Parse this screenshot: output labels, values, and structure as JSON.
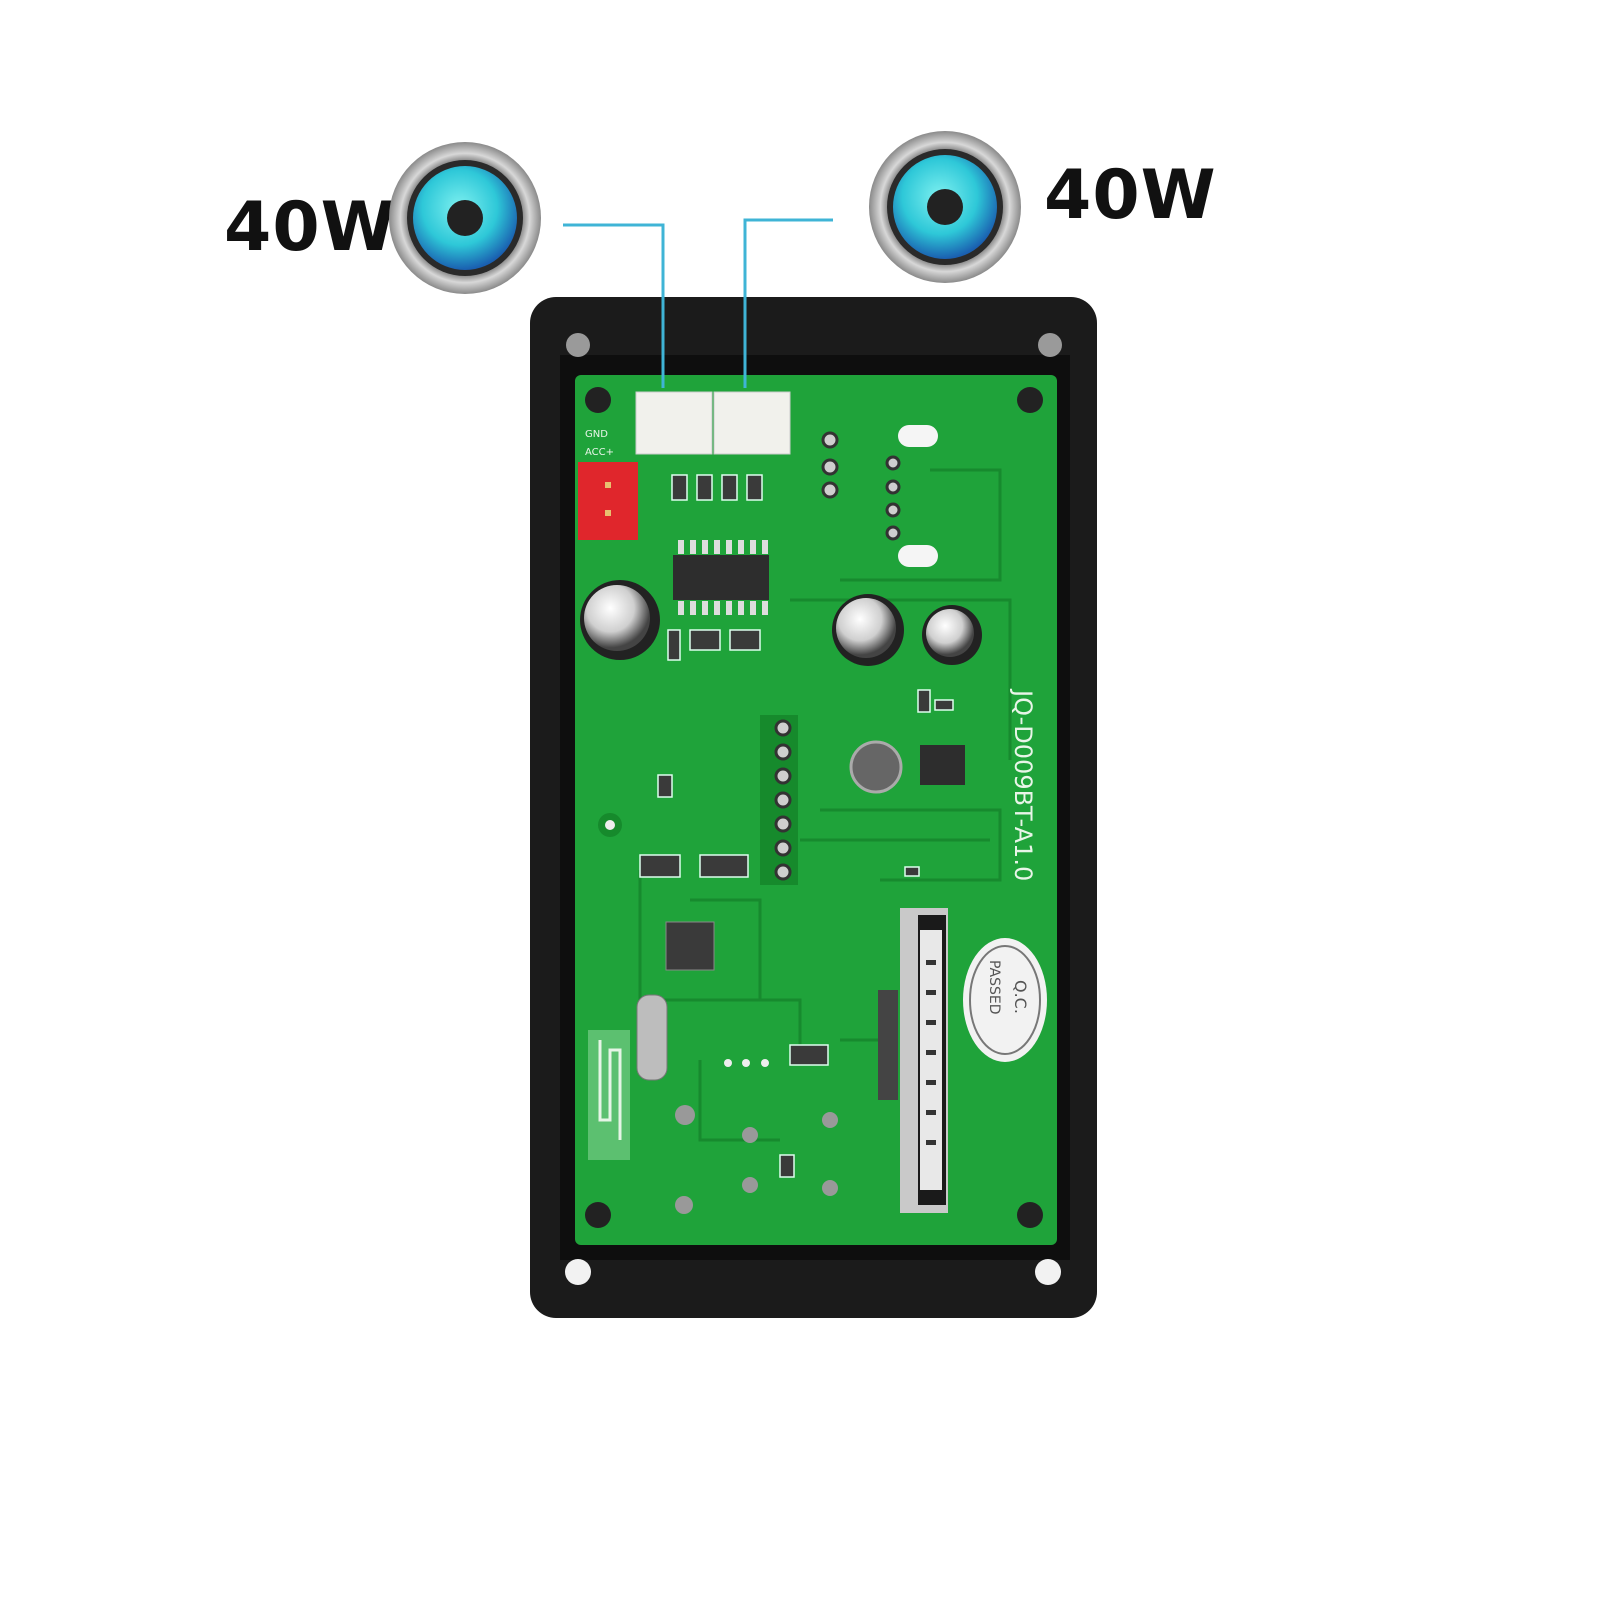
{
  "speakers": {
    "left": {
      "power_label": "40W"
    },
    "right": {
      "power_label": "40W"
    }
  },
  "board": {
    "model_label": "JQ-D009BT-A1.0",
    "qc_stamp": "Q.C. PASSED",
    "qc_line1": "Q.C.",
    "qc_line2": "PASSED",
    "power_pins": {
      "gnd_label": "GND",
      "acc_label": "ACC+"
    }
  },
  "colors": {
    "pcb": "#1fa33a",
    "frame": "#1b1b1b",
    "wire": "#3fb4d6",
    "speaker_cone": "#2ec8d8",
    "power_connector": "#e0262c"
  },
  "icons": [
    "speaker-icon",
    "screw-icon",
    "mounting-hole-icon",
    "bluetooth-antenna-icon"
  ]
}
